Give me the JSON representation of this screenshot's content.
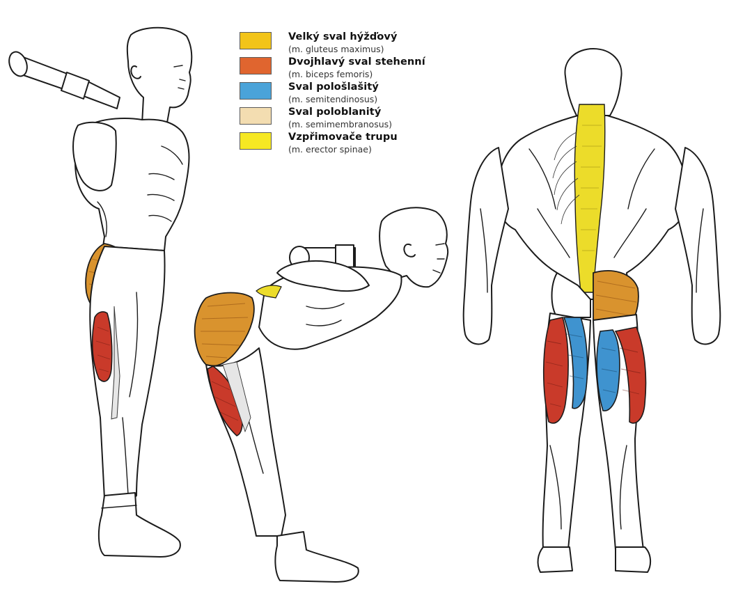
{
  "colors": {
    "gluteus_maximus": "#f2c419",
    "biceps_femoris": "#e0652f",
    "semitendinosus": "#4aa3d9",
    "semimembranosus": "#f3ddb1",
    "erector_spinae": "#f6e823",
    "glute_render": "#d9932e",
    "hamstring_red": "#c93a2a",
    "hamstring_blue": "#3f93cf",
    "erector_render": "#ecdc2a"
  },
  "legend": [
    {
      "name": "Velký sval hýžďový",
      "latin": "(m. gluteus maximus)",
      "color_key": "gluteus_maximus"
    },
    {
      "name": "Dvojhlavý sval stehenní",
      "latin": "(m. biceps femoris)",
      "color_key": "biceps_femoris"
    },
    {
      "name": "Sval pološlašitý",
      "latin": "(m. semitendinosus)",
      "color_key": "semitendinosus"
    },
    {
      "name": "Sval poloblanitý",
      "latin": "(m. semimembranosus)",
      "color_key": "semimembranosus"
    },
    {
      "name": "Vzpřimovače trupu",
      "latin": "(m. erector spinae)",
      "color_key": "erector_spinae"
    }
  ]
}
